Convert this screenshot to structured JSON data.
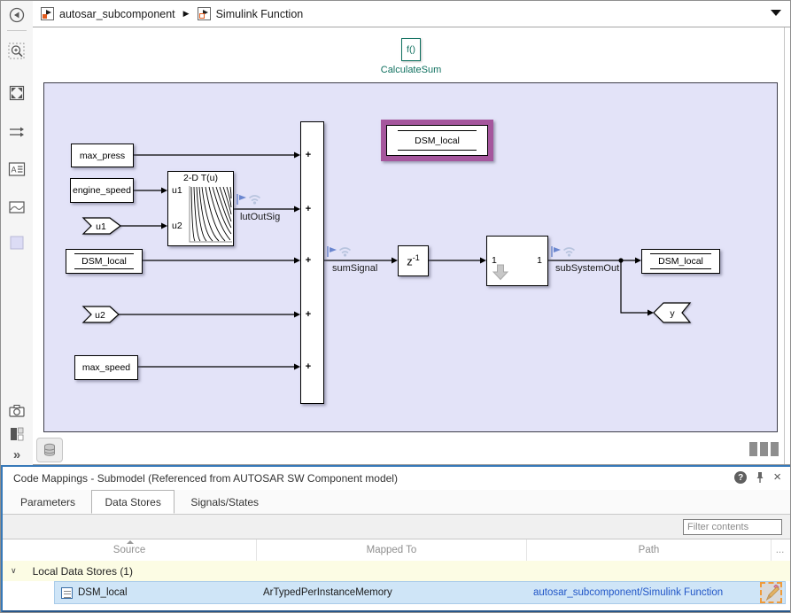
{
  "colors": {
    "paper_background": "#e3e3f8",
    "selection_highlight_purple": "#a5569d",
    "function_teal": "#0f705f",
    "path_link_blue": "#2156c7",
    "selected_row_blue": "#cfe5f7",
    "group_row_yellow": "#fcfce4",
    "panel_border_blue": "#3779b8"
  },
  "icons": {
    "toolbar": [
      "back-icon",
      "zoom-in-icon",
      "fit-to-view-icon",
      "signal-routing-icon",
      "annotation-icon",
      "image-icon",
      "area-icon",
      "camera-icon",
      "viewmarks-icon",
      "more-chevrons-icon"
    ],
    "panel": [
      "help-icon",
      "pin-icon",
      "close-icon"
    ],
    "table": [
      "data-store-icon",
      "edit-pencil-icon",
      "sort-ascending-icon"
    ],
    "signal_badges": [
      "log-flag-icon",
      "wireless-icon"
    ]
  },
  "breadcrumb": {
    "items": [
      "autosar_subcomponent",
      "Simulink Function"
    ]
  },
  "function_badge": {
    "glyph": "f()",
    "label": "CalculateSum"
  },
  "canvas": {
    "blocks": {
      "max_press": "max_press",
      "engine_speed": "engine_speed",
      "inport_u1": "u1",
      "inport_u2": "u2",
      "dsm_read": "DSM_local",
      "dsm_selected": "DSM_local",
      "dsm_write": "DSM_local",
      "max_speed": "max_speed",
      "lookup_title": "2-D T(u)",
      "lookup_port1": "u1",
      "lookup_port2": "u2",
      "sum_signs": [
        "+",
        "+",
        "+",
        "+",
        "+"
      ],
      "delay_base": "z",
      "delay_exp": "-1",
      "subsystem_in": "1",
      "subsystem_out": "1",
      "outport_y": "y"
    },
    "signal_labels": {
      "lut": "lutOutSig",
      "sum": "sumSignal",
      "subsystem": "subSystemOut"
    }
  },
  "panel": {
    "title": "Code Mappings - Submodel (Referenced from AUTOSAR SW Component model)",
    "tabs": [
      "Parameters",
      "Data Stores",
      "Signals/States"
    ],
    "filter_placeholder": "Filter contents",
    "table": {
      "columns": [
        "Source",
        "Mapped To",
        "Path",
        "..."
      ],
      "group_label": "Local Data Stores (1)",
      "rows": [
        {
          "source": "DSM_local",
          "mapped_to": "ArTypedPerInstanceMemory",
          "path": "autosar_subcomponent/Simulink Function"
        }
      ]
    }
  }
}
